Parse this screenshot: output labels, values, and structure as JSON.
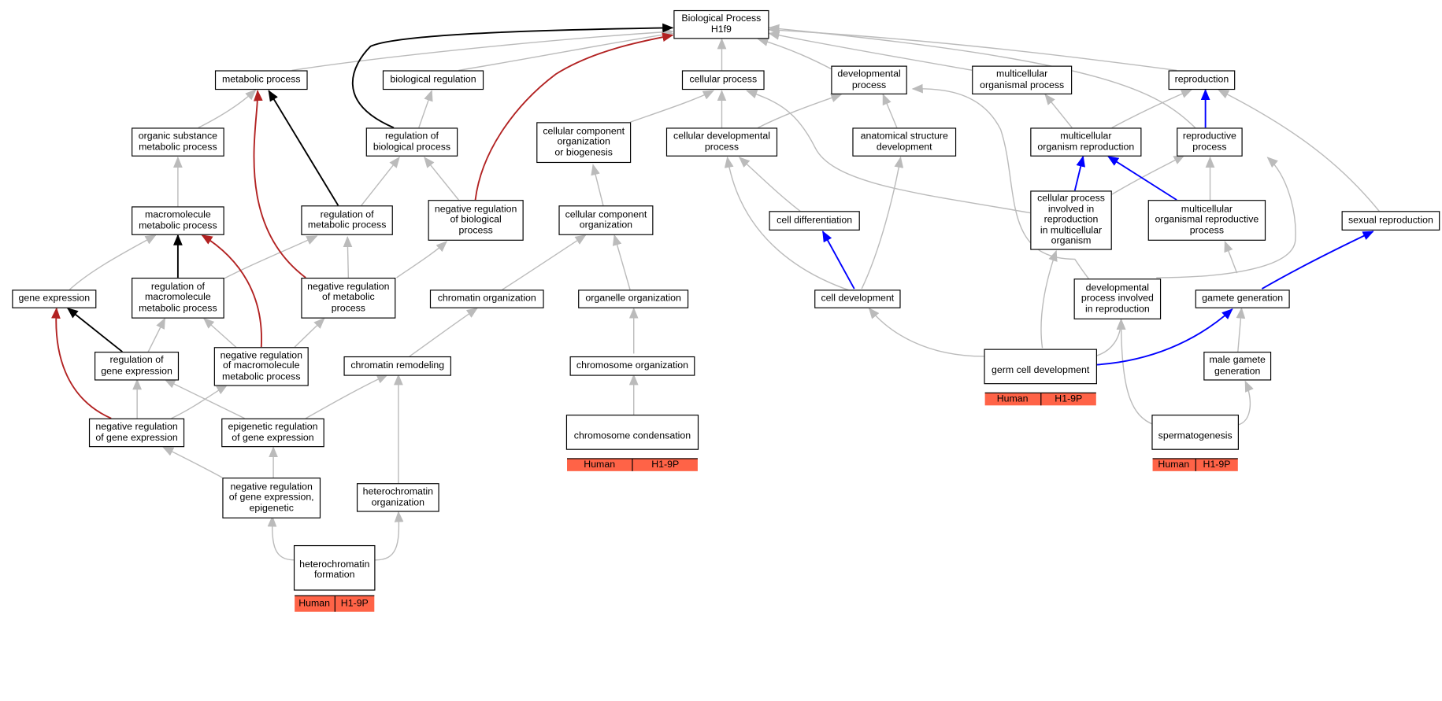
{
  "graph": {
    "root": {
      "line1": "Biological Process",
      "line2": "H1f9"
    },
    "colors": {
      "grey": "#bbbbbb",
      "black": "#000000",
      "red": "#b22222",
      "blue": "#0000ff",
      "badge_fill": "#ff6347"
    },
    "nodes": {
      "metabolic": "metabolic process",
      "bioreg": "biological regulation",
      "cellproc": "cellular process",
      "devproc": "developmental\nprocess",
      "multiorg": "multicellular\norganismal process",
      "reproduction": "reproduction",
      "orgsub": "organic substance\nmetabolic process",
      "regbio": "regulation of\nbiological process",
      "ccorgbio": "cellular component\norganization\nor biogenesis",
      "celldevproc": "cellular developmental\nprocess",
      "anatomical": "anatomical structure\ndevelopment",
      "multirepro": "multicellular\norganism reproduction",
      "reproproc": "reproductive\nprocess",
      "macromol": "macromolecule\nmetabolic process",
      "regmetab": "regulation of\nmetabolic process",
      "negregbio": "negative regulation\nof biological\nprocess",
      "ccorg": "cellular component\norganization",
      "celldiff": "cell differentiation",
      "cpinvolved": "cellular process\ninvolved in\nreproduction\nin multicellular\norganism",
      "multirepproc": "multicellular\norganismal reproductive\nprocess",
      "sexrepro": "sexual reproduction",
      "geneexpr": "gene expression",
      "regmacro": "regulation of\nmacromolecule\nmetabolic process",
      "negregmetab": "negative regulation\nof metabolic\nprocess",
      "chromorg": "chromatin organization",
      "organelle": "organelle organization",
      "celldev": "cell development",
      "devinvolved": "developmental\nprocess involved\nin reproduction",
      "gamete": "gamete generation",
      "reggene": "regulation of\ngene expression",
      "negregmacro": "negative regulation\nof macromolecule\nmetabolic process",
      "chromremod": "chromatin remodeling",
      "chromosome": "chromosome organization",
      "germcell": "germ cell development",
      "malegamete": "male gamete\ngeneration",
      "negreggene": "negative regulation\nof gene expression",
      "epigenetic": "epigenetic regulation\nof gene expression",
      "condensation": "chromosome condensation",
      "spermato": "spermatogenesis",
      "negepi": "negative regulation\nof gene expression,\nepigenetic",
      "heterochromorg": "heterochromatin\norganization",
      "heteroform": "heterochromatin\nformation"
    },
    "badges": {
      "germcell": [
        "Human",
        "H1-9P"
      ],
      "condensation": [
        "Human",
        "H1-9P"
      ],
      "spermato": [
        "Human",
        "H1-9P"
      ],
      "heteroform": [
        "Human",
        "H1-9P"
      ]
    }
  }
}
